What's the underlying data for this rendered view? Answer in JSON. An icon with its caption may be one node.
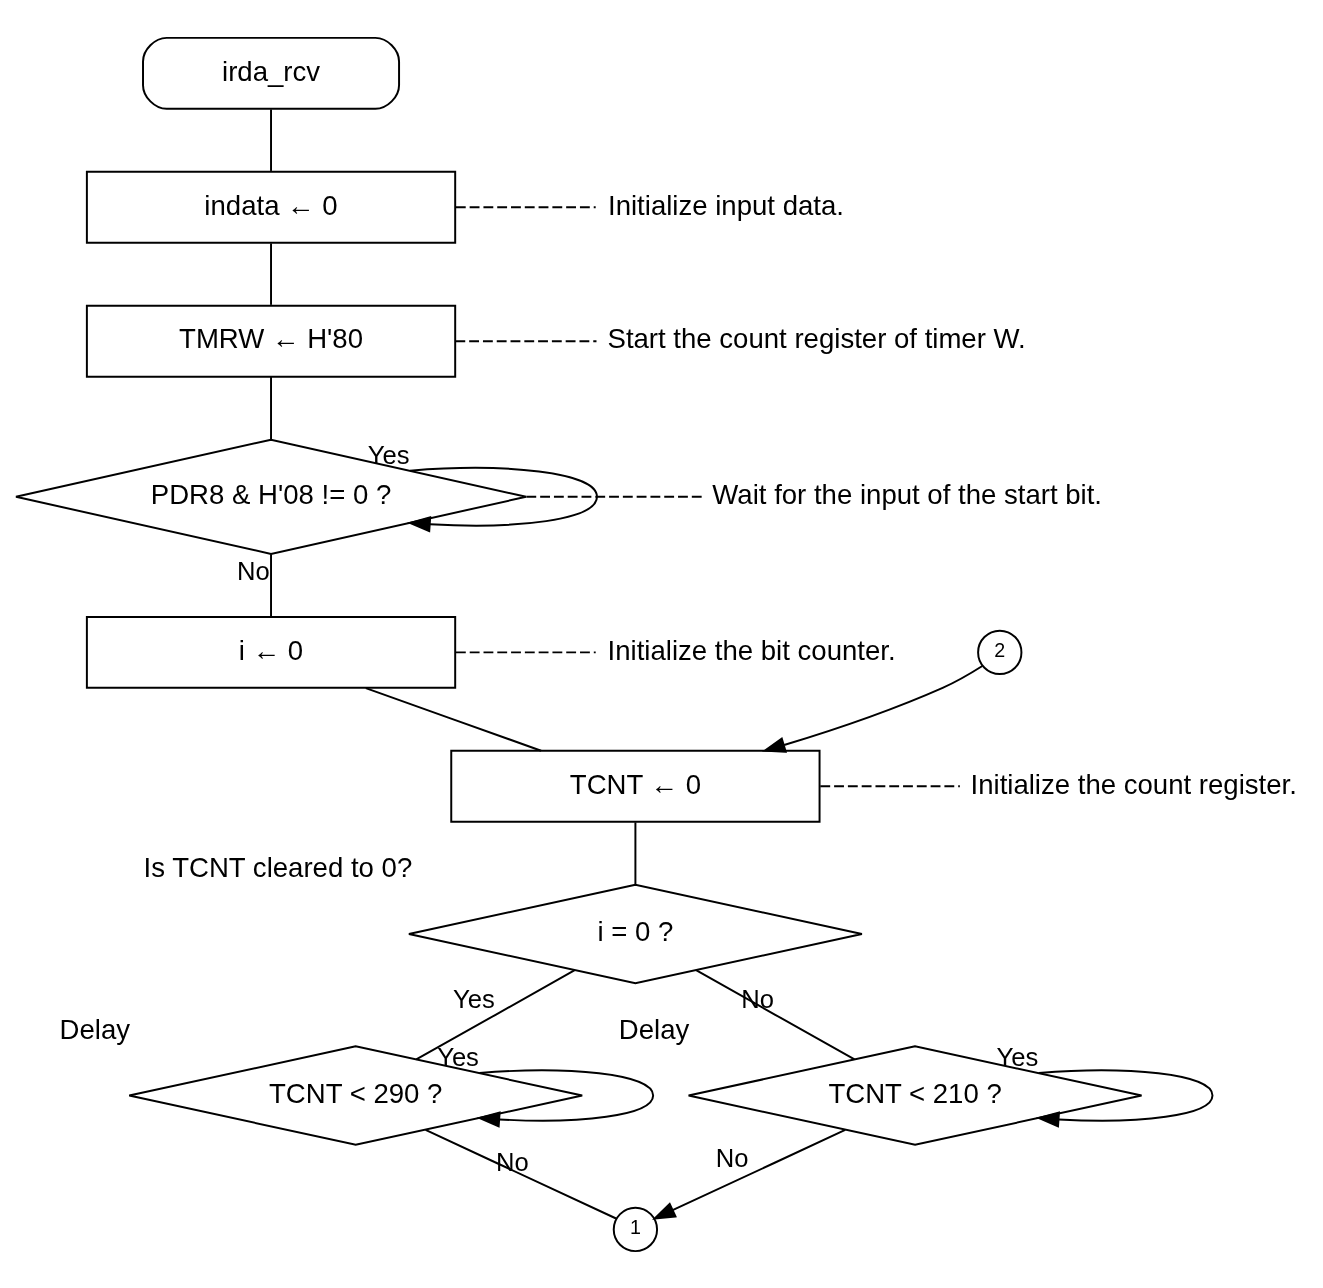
{
  "diagram": {
    "nodes": [
      {
        "text": [
          "irda_rcv"
        ]
      },
      {
        "text": [
          "indata ← 0"
        ]
      },
      {
        "text": [
          "TMRW ← H'80"
        ]
      },
      {
        "text": [
          "PDR8 & H'08 != 0 ?"
        ]
      },
      {
        "text": [
          "i ← 0"
        ]
      },
      {
        "text": [
          "2"
        ]
      },
      {
        "text": [
          "TCNT ← 0"
        ]
      },
      {
        "text": [
          "i = 0 ?"
        ],
        "beside": [
          "Is TCNT cleared to 0?"
        ]
      },
      {
        "text": [
          "TCNT < 290 ?"
        ],
        "beside": [
          "Delay"
        ]
      },
      {
        "text": [
          "TCNT < 210 ?"
        ],
        "beside": [
          "Delay"
        ]
      },
      {
        "text": [
          "1"
        ]
      },
      {
        "text": [
          "Initialize input data."
        ]
      },
      {
        "text": [
          "Start the count register of timer W."
        ]
      },
      {
        "text": [
          "Wait for the input of the start bit."
        ]
      },
      {
        "text": [
          "Initialize the bit counter."
        ]
      },
      {
        "text": [
          "Initialize the count register."
        ]
      }
    ],
    "edges": [
      {
        "from": 0,
        "to": 1,
        "arrow": "none"
      },
      {
        "from": 1,
        "to": 2,
        "arrow": "none"
      },
      {
        "from": 2,
        "to": 3,
        "arrow": "none"
      },
      {
        "from": 3,
        "to": 3,
        "arrow": "to",
        "label": "Yes"
      },
      {
        "from": 3,
        "to": 4,
        "arrow": "none",
        "label": "No"
      },
      {
        "from": 4,
        "to": 6,
        "arrow": "none"
      },
      {
        "from": 5,
        "to": 6,
        "arrow": "to"
      },
      {
        "from": 6,
        "to": 7,
        "arrow": "none"
      },
      {
        "from": 7,
        "to": 8,
        "arrow": "none",
        "label": "Yes"
      },
      {
        "from": 8,
        "to": 8,
        "arrow": "to",
        "label": "Yes"
      },
      {
        "from": 7,
        "to": 9,
        "arrow": "none",
        "label": "No"
      },
      {
        "from": 9,
        "to": 9,
        "arrow": "to",
        "label": "Yes"
      },
      {
        "from": 8,
        "to": 10,
        "arrow": "none",
        "label": "No"
      },
      {
        "from": 9,
        "to": 10,
        "arrow": "to",
        "label": "No"
      },
      {
        "from": 1,
        "to": 11,
        "arrow": "none",
        "style": "dashed"
      },
      {
        "from": 2,
        "to": 12,
        "arrow": "none",
        "style": "dashed"
      },
      {
        "from": 3,
        "to": 13,
        "arrow": "none",
        "style": "dashed"
      },
      {
        "from": 4,
        "to": 14,
        "arrow": "none",
        "style": "dashed"
      },
      {
        "from": 6,
        "to": 15,
        "arrow": "none",
        "style": "dashed"
      }
    ]
  }
}
